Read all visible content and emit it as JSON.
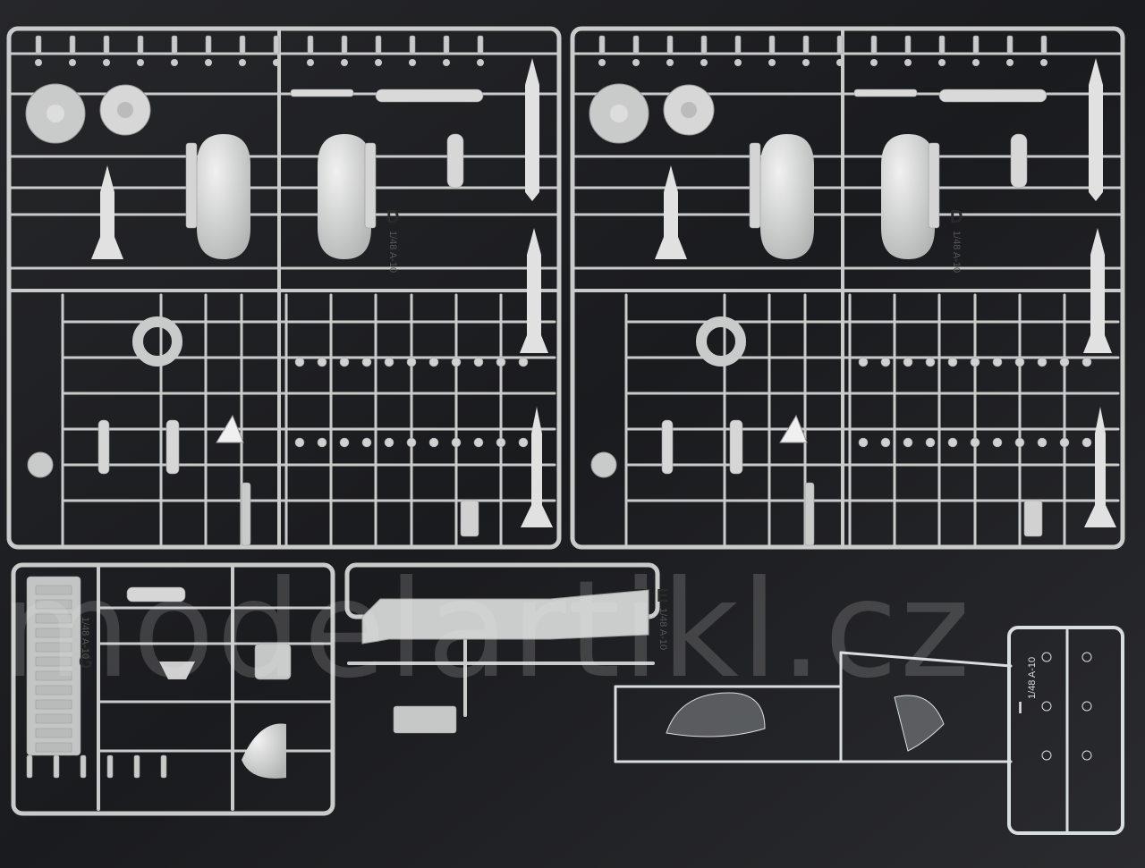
{
  "watermark": "modelartikl.cz",
  "sprues": {
    "d_left": {
      "letter": "D",
      "caption": "1/48 A-10"
    },
    "d_right": {
      "letter": "D",
      "caption": "1/48 A-10"
    },
    "g": {
      "letter": "G",
      "caption": "1/48 A-10"
    },
    "e": {
      "letter": "E",
      "caption": "1/48 A-10"
    },
    "i": {
      "letter": "I",
      "caption": "1/48 A-10"
    }
  },
  "colors": {
    "background": "#1c1d20",
    "plastic": "#c9cbca",
    "clear": "#d8dde0"
  }
}
